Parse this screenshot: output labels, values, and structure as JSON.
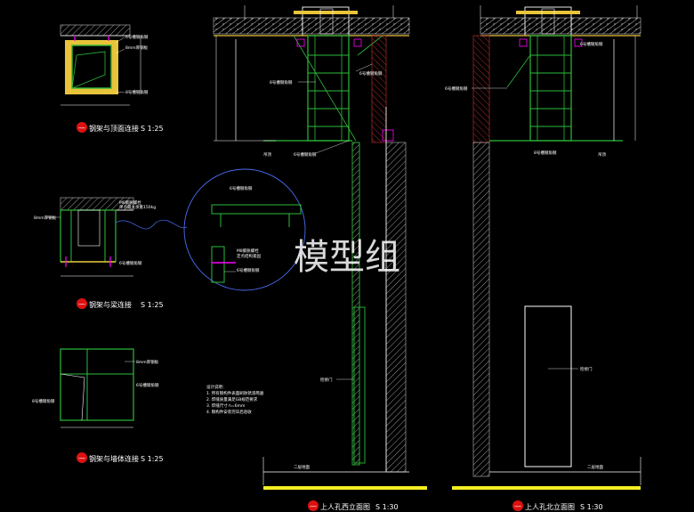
{
  "watermark": "模型组",
  "detail_1": {
    "num": "—",
    "title": "钢架与顶面连接",
    "scale": "S 1:25",
    "labels": [
      "6号槽钢角钢",
      "8mm厚钢板",
      "8号槽钢角钢"
    ]
  },
  "detail_2": {
    "num": "—",
    "title": "钢架与梁连接",
    "scale": "S 1:25",
    "labels": [
      "8mm厚钢板",
      "M8膨胀螺栓",
      "单点最大承重150kg",
      "6号槽钢角钢"
    ]
  },
  "detail_3": {
    "num": "—",
    "title": "钢架与墙体连接",
    "scale": "S 1:25",
    "labels": [
      "8mm厚钢板",
      "6号槽钢角钢",
      "8号槽钢角钢"
    ]
  },
  "zoom": {
    "labels": [
      "6号槽钢角钢",
      "M8膨胀螺栓",
      "定点结构紧固",
      "6号槽钢角钢"
    ]
  },
  "notes": {
    "heading": "设计说明：",
    "lines": [
      "1. 所有钢构件表面刷防锈漆两遍",
      "2. 焊缝质量满足GB规范要求",
      "3. 焊缝尺寸 h=6mm",
      "4. 钢构件安装完毕后验收"
    ]
  },
  "west_elev": {
    "num": "—",
    "title": "上人孔西立面图",
    "scale": "S 1:30",
    "labels": [
      "8号槽钢角钢",
      "6号槽钢角钢",
      "吊顶",
      "6号槽钢角钢",
      "检修门",
      "二层地面"
    ]
  },
  "north_elev": {
    "num": "—",
    "title": "上人孔北立面图",
    "scale": "S 1:30",
    "labels": [
      "6号槽钢角钢",
      "8号槽钢角钢",
      "6号槽钢角钢",
      "吊顶",
      "检修门",
      "二层地面"
    ]
  }
}
